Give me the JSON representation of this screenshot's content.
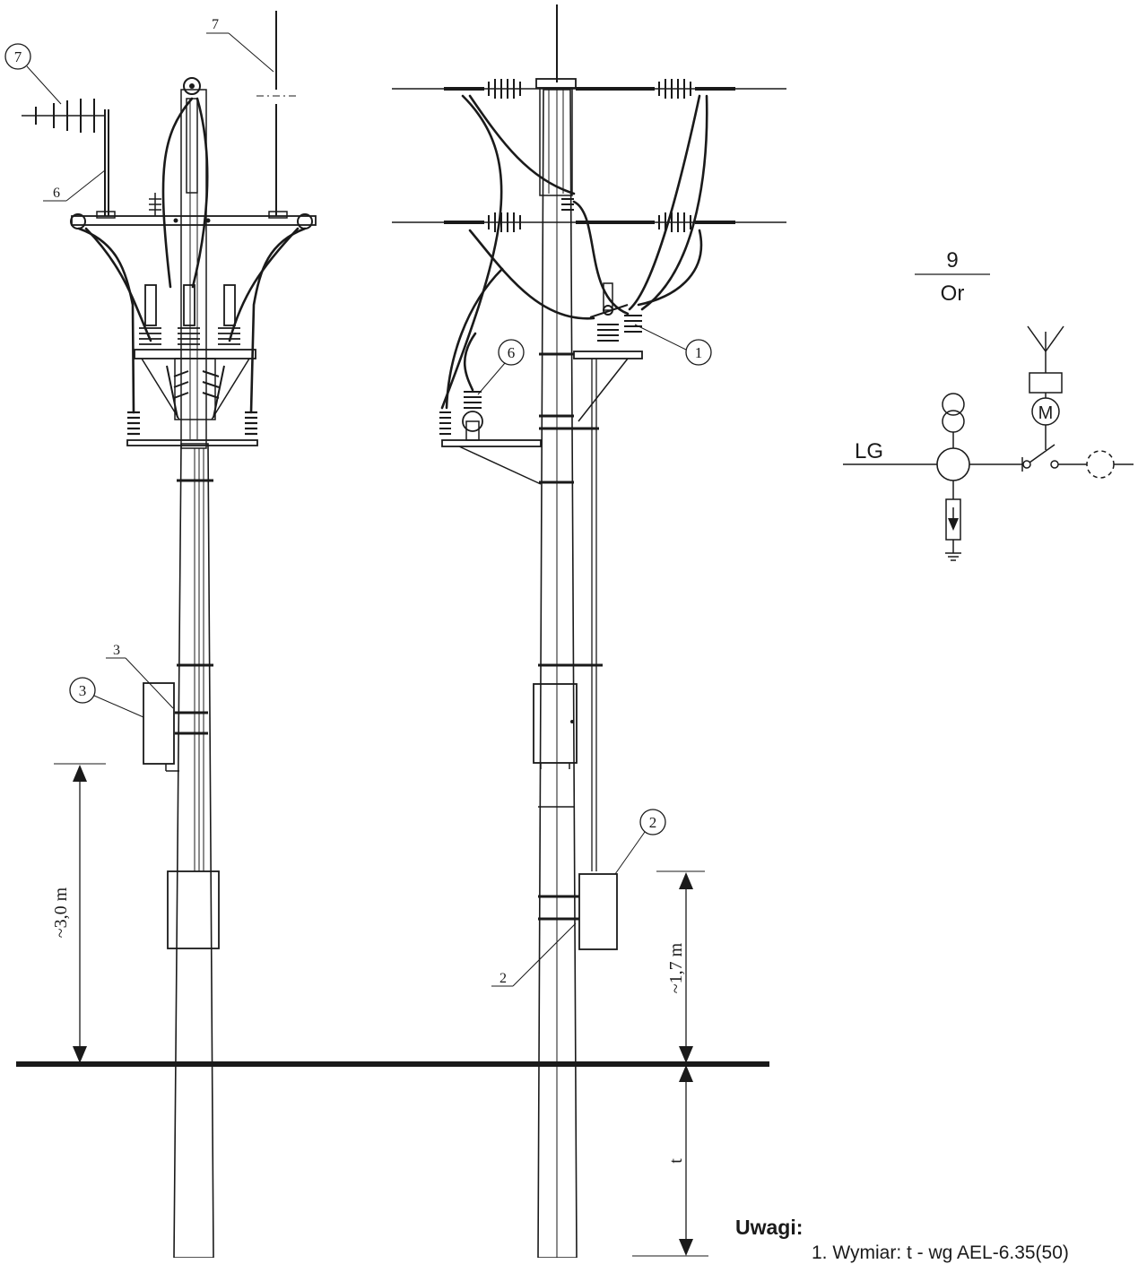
{
  "callouts": {
    "c7_circle": "7",
    "c7_line": "7",
    "c6_line": "6",
    "c6_circle": "6",
    "c1_circle": "1",
    "c3_line": "3",
    "c3_circle": "3",
    "c2_circle": "2",
    "c2_line": "2"
  },
  "dimensions": {
    "height_left": "~3,0 m",
    "height_right": "~1,7 m",
    "depth": "t"
  },
  "schematic": {
    "fraction_top": "9",
    "fraction_bottom": "Or",
    "line_label": "LG",
    "motor_label": "M"
  },
  "notes": {
    "title": "Uwagi:",
    "item1": "1. Wymiar: t - wg AEL-6.35(50)"
  }
}
